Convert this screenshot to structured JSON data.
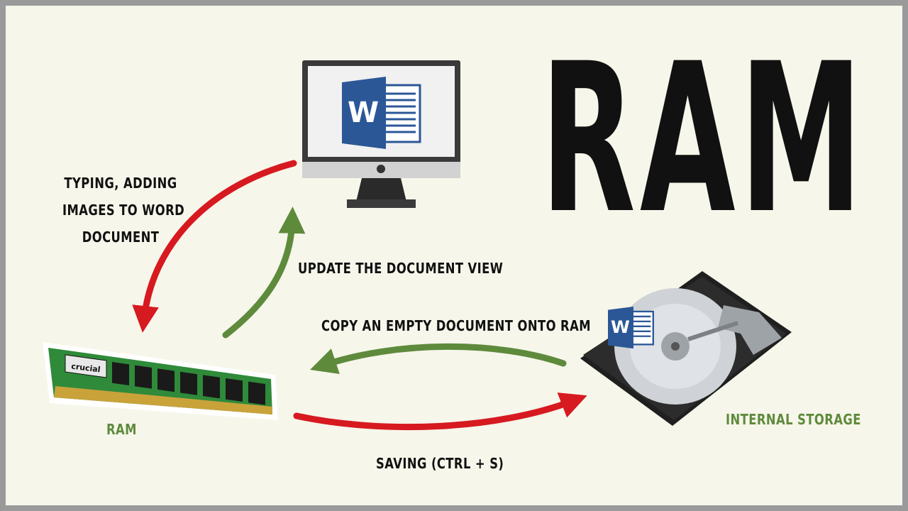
{
  "title": "RAM",
  "labels": {
    "typing_lines": [
      "TYPING, ADDING",
      "IMAGES TO WORD",
      "DOCUMENT"
    ],
    "update_view": "UPDATE THE DOCUMENT VIEW",
    "copy_empty": "COPY AN EMPTY DOCUMENT ONTO RAM",
    "ram": "RAM",
    "internal_storage": "INTERNAL STORAGE",
    "saving": "SAVING (CTRL + S)",
    "ram_brand": "crucial",
    "word_letter": "W"
  },
  "colors": {
    "background": "#f6f6ea",
    "frame": "#9a9a9a",
    "text": "#111111",
    "green_label": "#5e8a3c",
    "red_arrow": "#d71920",
    "green_arrow": "#5e8a3c",
    "word_blue": "#2b5797",
    "pcb_green": "#2f8a3a",
    "chip_black": "#1a1a1a"
  },
  "icons": {
    "monitor": "monitor-icon",
    "word": "word-document-icon",
    "ram_stick": "ram-stick-icon",
    "hard_drive": "hard-drive-icon"
  }
}
